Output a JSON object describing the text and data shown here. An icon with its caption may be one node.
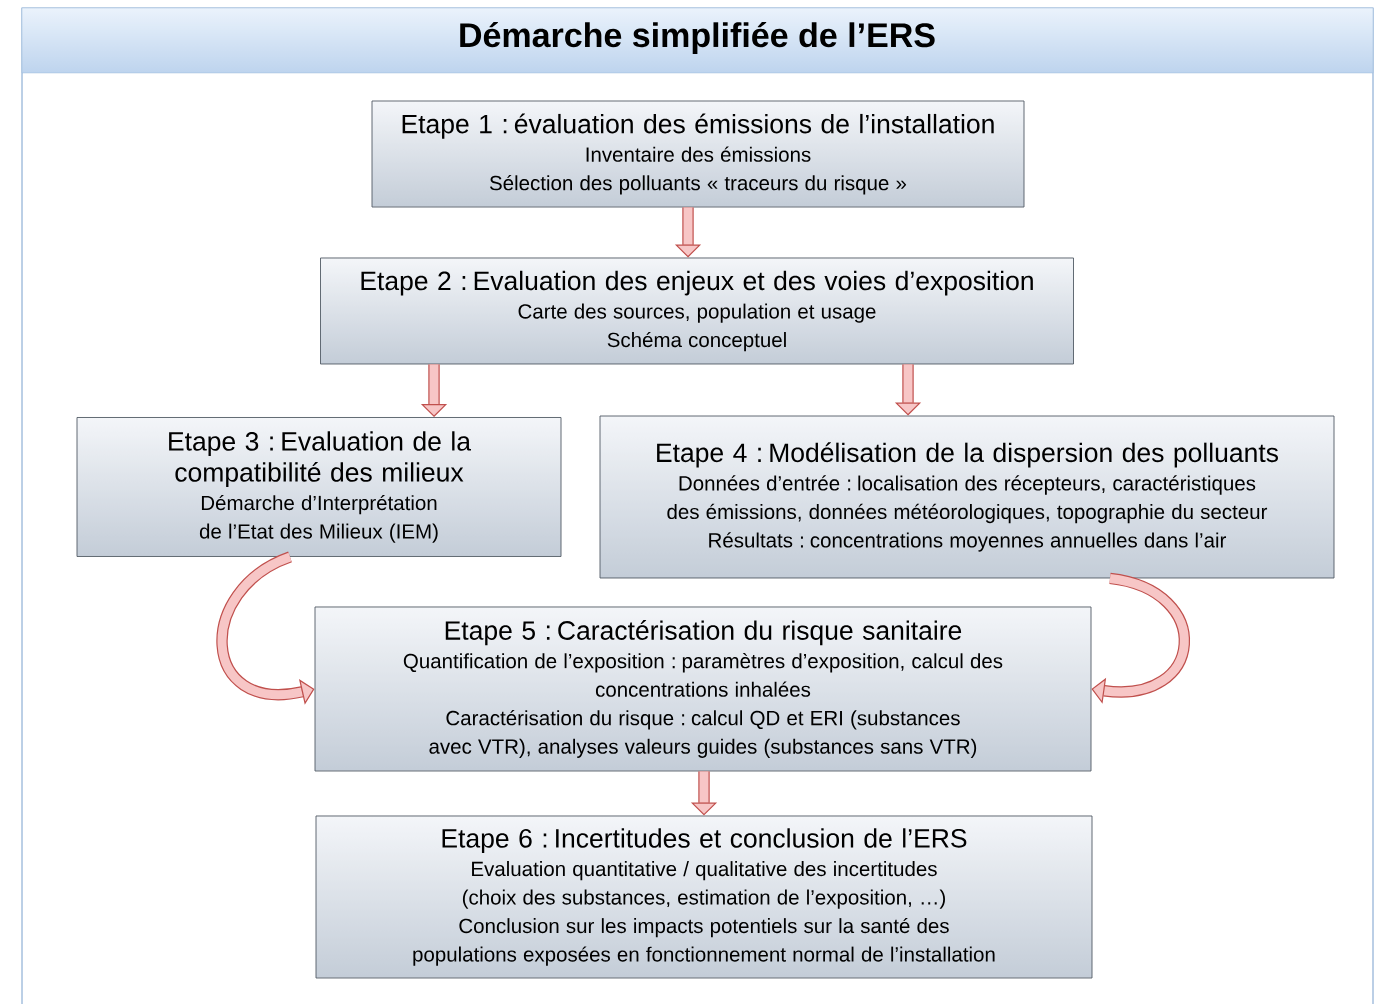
{
  "diagram": {
    "title": "Démarche simplifiée de l’ERS",
    "nodes": [
      {
        "text": [
          "Etape 1 : évaluation des émissions de l’installation",
          "Inventaire des émissions",
          "Sélection des polluants « traceurs du risque »"
        ]
      },
      {
        "text": [
          "Etape 2 : Evaluation des enjeux et des voies d’exposition",
          "Carte des sources, population et usage",
          "Schéma conceptuel"
        ]
      },
      {
        "text": [
          "Etape 3 : Evaluation de la compatibilité des milieux",
          "Démarche d’Interprétation de l’Etat des Milieux (IEM)"
        ]
      },
      {
        "text": [
          "Etape 4 : Modélisation de la dispersion des polluants",
          "Données d’entrée : localisation des récepteurs, caractéristiques des émissions, données météorologiques, topographie du secteur",
          "Résultats : concentrations moyennes annuelles dans l’air"
        ]
      },
      {
        "text": [
          "Etape 5 : Caractérisation du risque sanitaire",
          "Quantification de l’exposition : paramètres d’exposition, calcul des concentrations inhalées",
          "Caractérisation du risque : calcul QD et ERI (substances avec VTR), analyses valeurs guides (substances sans VTR)"
        ]
      },
      {
        "text": [
          "Etape 6 : Incertitudes et conclusion de l’ERS",
          "Evaluation quantitative / qualitative des incertitudes (choix des substances, estimation de l’exposition, …)",
          "Conclusion sur les impacts potentiels sur la santé des populations exposées en fonctionnement normal de l’installation"
        ]
      }
    ],
    "edges": [
      {
        "from": 0,
        "to": 1,
        "arrow": "to"
      },
      {
        "from": 1,
        "to": 2,
        "arrow": "to"
      },
      {
        "from": 1,
        "to": 3,
        "arrow": "to"
      },
      {
        "from": 2,
        "to": 4,
        "arrow": "to"
      },
      {
        "from": 3,
        "to": 4,
        "arrow": "to"
      },
      {
        "from": 4,
        "to": 5,
        "arrow": "to"
      }
    ]
  }
}
